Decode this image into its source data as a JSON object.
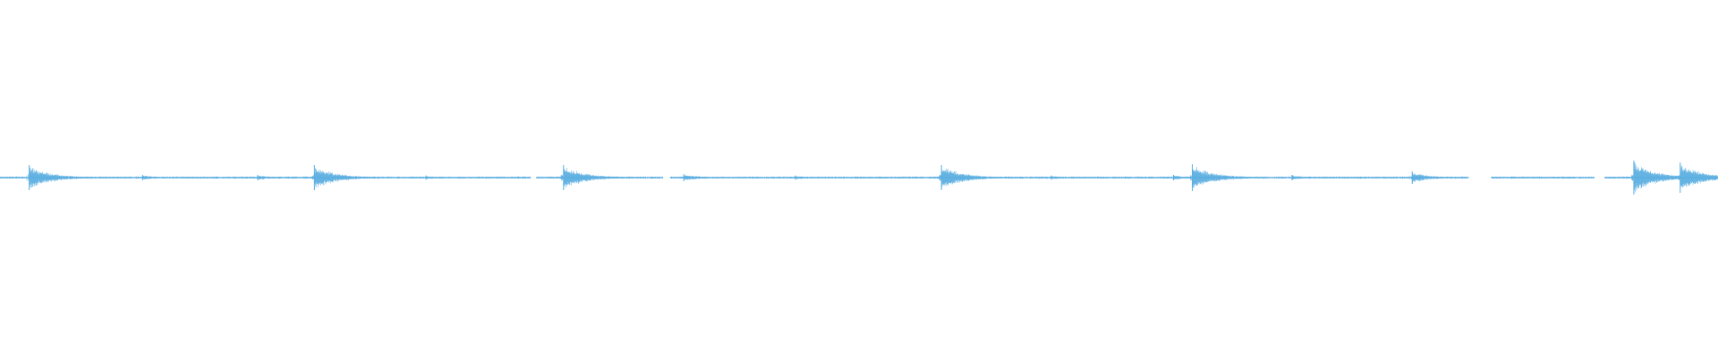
{
  "waveform_color": "#5aaee0",
  "chart_data": {
    "type": "line",
    "title": "",
    "xlabel": "",
    "ylabel": "",
    "ylim": [
      -1,
      1
    ],
    "xlim": [
      0,
      1
    ],
    "grid": false,
    "legend": "none",
    "series": [
      {
        "color": "#5aaee0",
        "baseline": 0,
        "noise_amplitude": 0.005,
        "bursts": [
          {
            "t": 0.017,
            "amp": 0.07,
            "decay": 0.013
          },
          {
            "t": 0.083,
            "amp": 0.015,
            "decay": 0.008
          },
          {
            "t": 0.15,
            "amp": 0.015,
            "decay": 0.008
          },
          {
            "t": 0.183,
            "amp": 0.07,
            "decay": 0.013
          },
          {
            "t": 0.248,
            "amp": 0.012,
            "decay": 0.008
          },
          {
            "t": 0.328,
            "amp": 0.07,
            "decay": 0.013
          },
          {
            "t": 0.398,
            "amp": 0.02,
            "decay": 0.01
          },
          {
            "t": 0.463,
            "amp": 0.012,
            "decay": 0.008
          },
          {
            "t": 0.548,
            "amp": 0.07,
            "decay": 0.013
          },
          {
            "t": 0.612,
            "amp": 0.012,
            "decay": 0.008
          },
          {
            "t": 0.683,
            "amp": 0.015,
            "decay": 0.008
          },
          {
            "t": 0.694,
            "amp": 0.075,
            "decay": 0.013
          },
          {
            "t": 0.752,
            "amp": 0.015,
            "decay": 0.008
          },
          {
            "t": 0.822,
            "amp": 0.035,
            "decay": 0.01
          },
          {
            "t": 0.951,
            "amp": 0.095,
            "decay": 0.013
          },
          {
            "t": 0.978,
            "amp": 0.085,
            "decay": 0.013
          }
        ],
        "gaps": [
          [
            0.309,
            0.312
          ],
          [
            0.386,
            0.39
          ],
          [
            0.855,
            0.868
          ],
          [
            0.928,
            0.934
          ]
        ]
      }
    ]
  }
}
